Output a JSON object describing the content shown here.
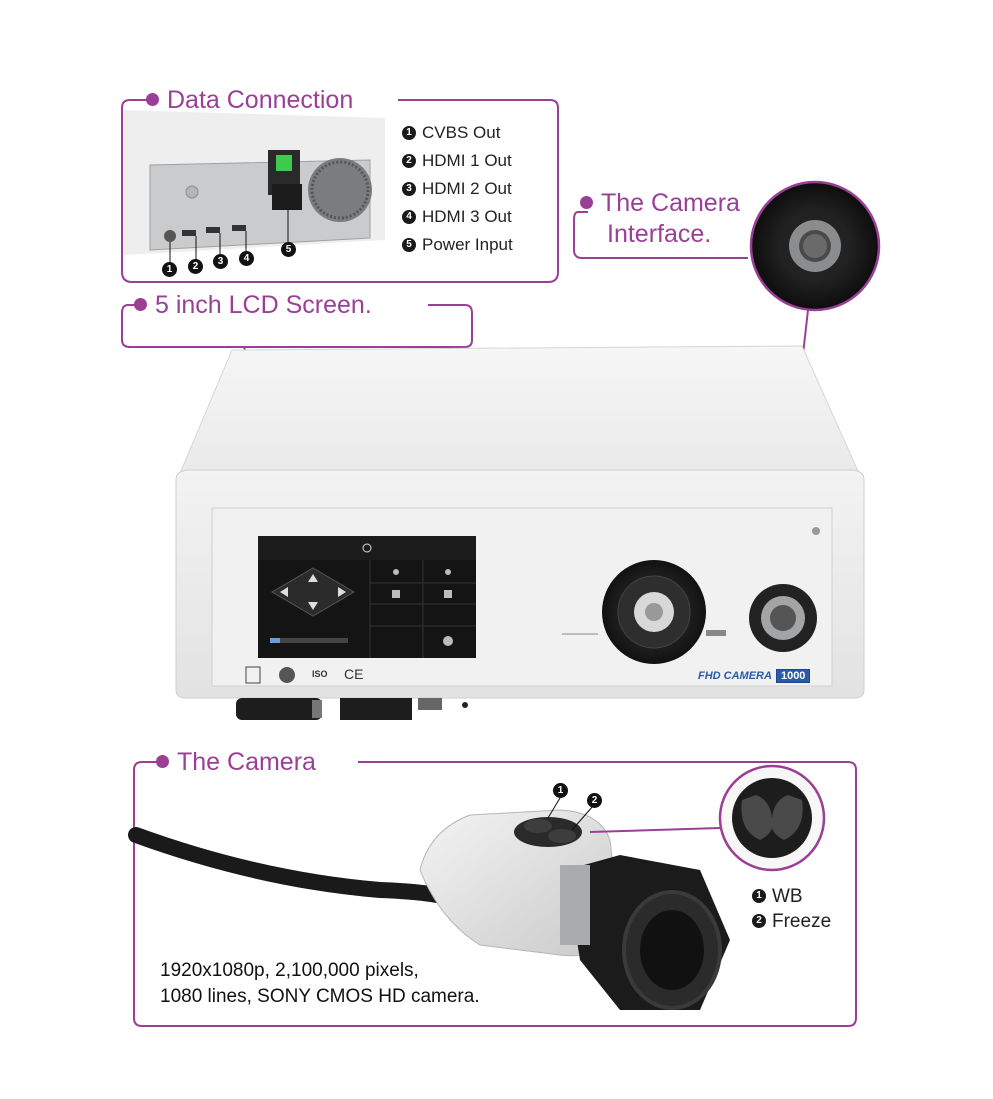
{
  "sections": {
    "data_connection": {
      "title": "Data Connection",
      "ports": [
        {
          "num": "1",
          "label": "CVBS Out"
        },
        {
          "num": "2",
          "label": "HDMI 1 Out"
        },
        {
          "num": "3",
          "label": "HDMI 2 Out"
        },
        {
          "num": "4",
          "label": "HDMI 3 Out"
        },
        {
          "num": "5",
          "label": "Power Input"
        }
      ]
    },
    "camera_interface": {
      "title_line1": "The Camera",
      "title_line2": "Interface."
    },
    "lcd_screen": {
      "title": "5 inch LCD Screen."
    },
    "camera": {
      "title": "The Camera",
      "buttons": [
        {
          "num": "1",
          "label": "WB"
        },
        {
          "num": "2",
          "label": "Freeze"
        }
      ],
      "description_line1": "1920x1080p, 2,100,000 pixels,",
      "description_line2": "1080 lines, SONY CMOS HD camera."
    }
  },
  "device": {
    "brand_text": "FHD CAMERA",
    "model": "1000",
    "cert_marks": [
      "ISO",
      "CE"
    ]
  },
  "colors": {
    "accent": "#9b3f96",
    "brand_blue": "#2a5aa8"
  }
}
